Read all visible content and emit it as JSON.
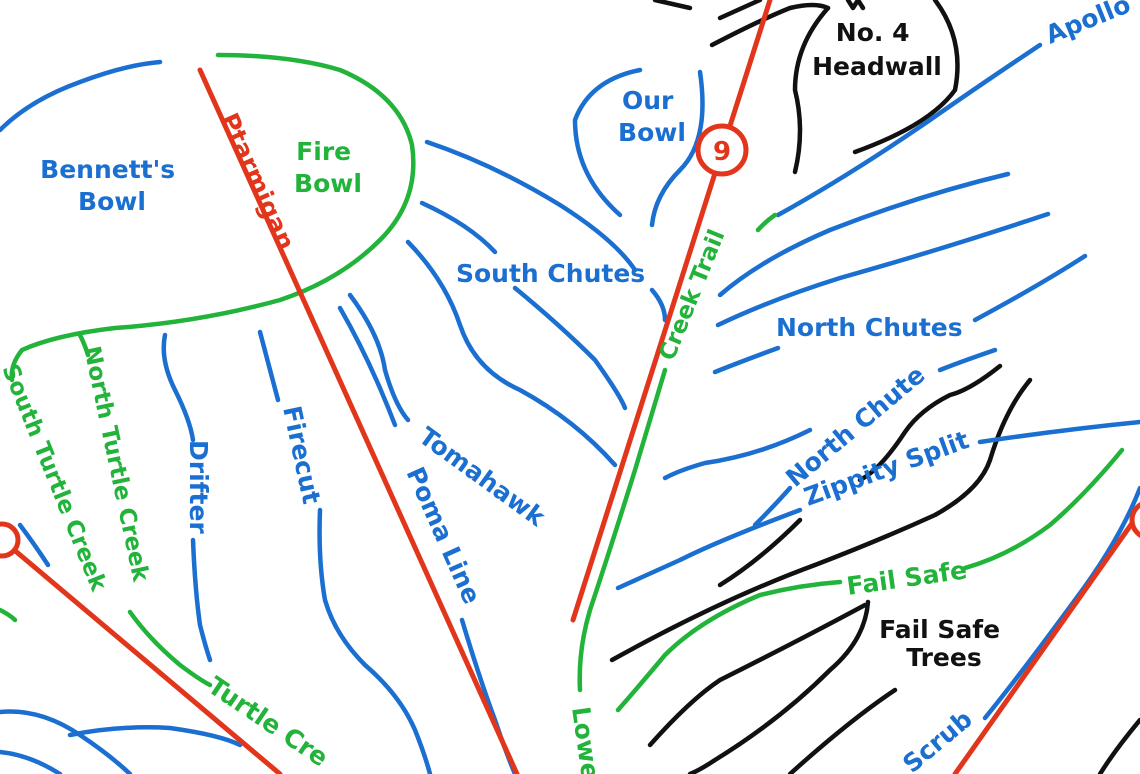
{
  "colors": {
    "blue_trail": "#1a6fd0",
    "green_trail": "#22b33a",
    "black_trail": "#111111",
    "lift": "#e2361c",
    "background": "#ffffff"
  },
  "labels": {
    "bennetts_bowl": [
      "Bennett's",
      "Bowl"
    ],
    "fire_bowl": [
      "Fire",
      "Bowl"
    ],
    "our_bowl": [
      "Our",
      "Bowl"
    ],
    "no4_headwall": [
      "No. 4",
      "Headwall"
    ],
    "apollo": "Apollo",
    "ptarmigan": "Ptarmigan",
    "south_chutes": "South Chutes",
    "north_chutes": "North Chutes",
    "creek_trail": "Creek Trail",
    "north_chute": "North Chute",
    "zippity_split": "Zippity Split",
    "fail_safe": "Fail Safe",
    "fail_safe_trees": [
      "Fail Safe",
      "Trees"
    ],
    "south_turtle_creek": "South Turtle Creek",
    "north_turtle_creek": "North Turtle Creek",
    "drifter": "Drifter",
    "firecut": "Firecut",
    "tomahawk": "Tomahawk",
    "poma_line": "Poma Line",
    "turtle_creek": "Turtle Cre",
    "lower": "Lowe",
    "scrub": "Scrub"
  },
  "lift_number": "9"
}
